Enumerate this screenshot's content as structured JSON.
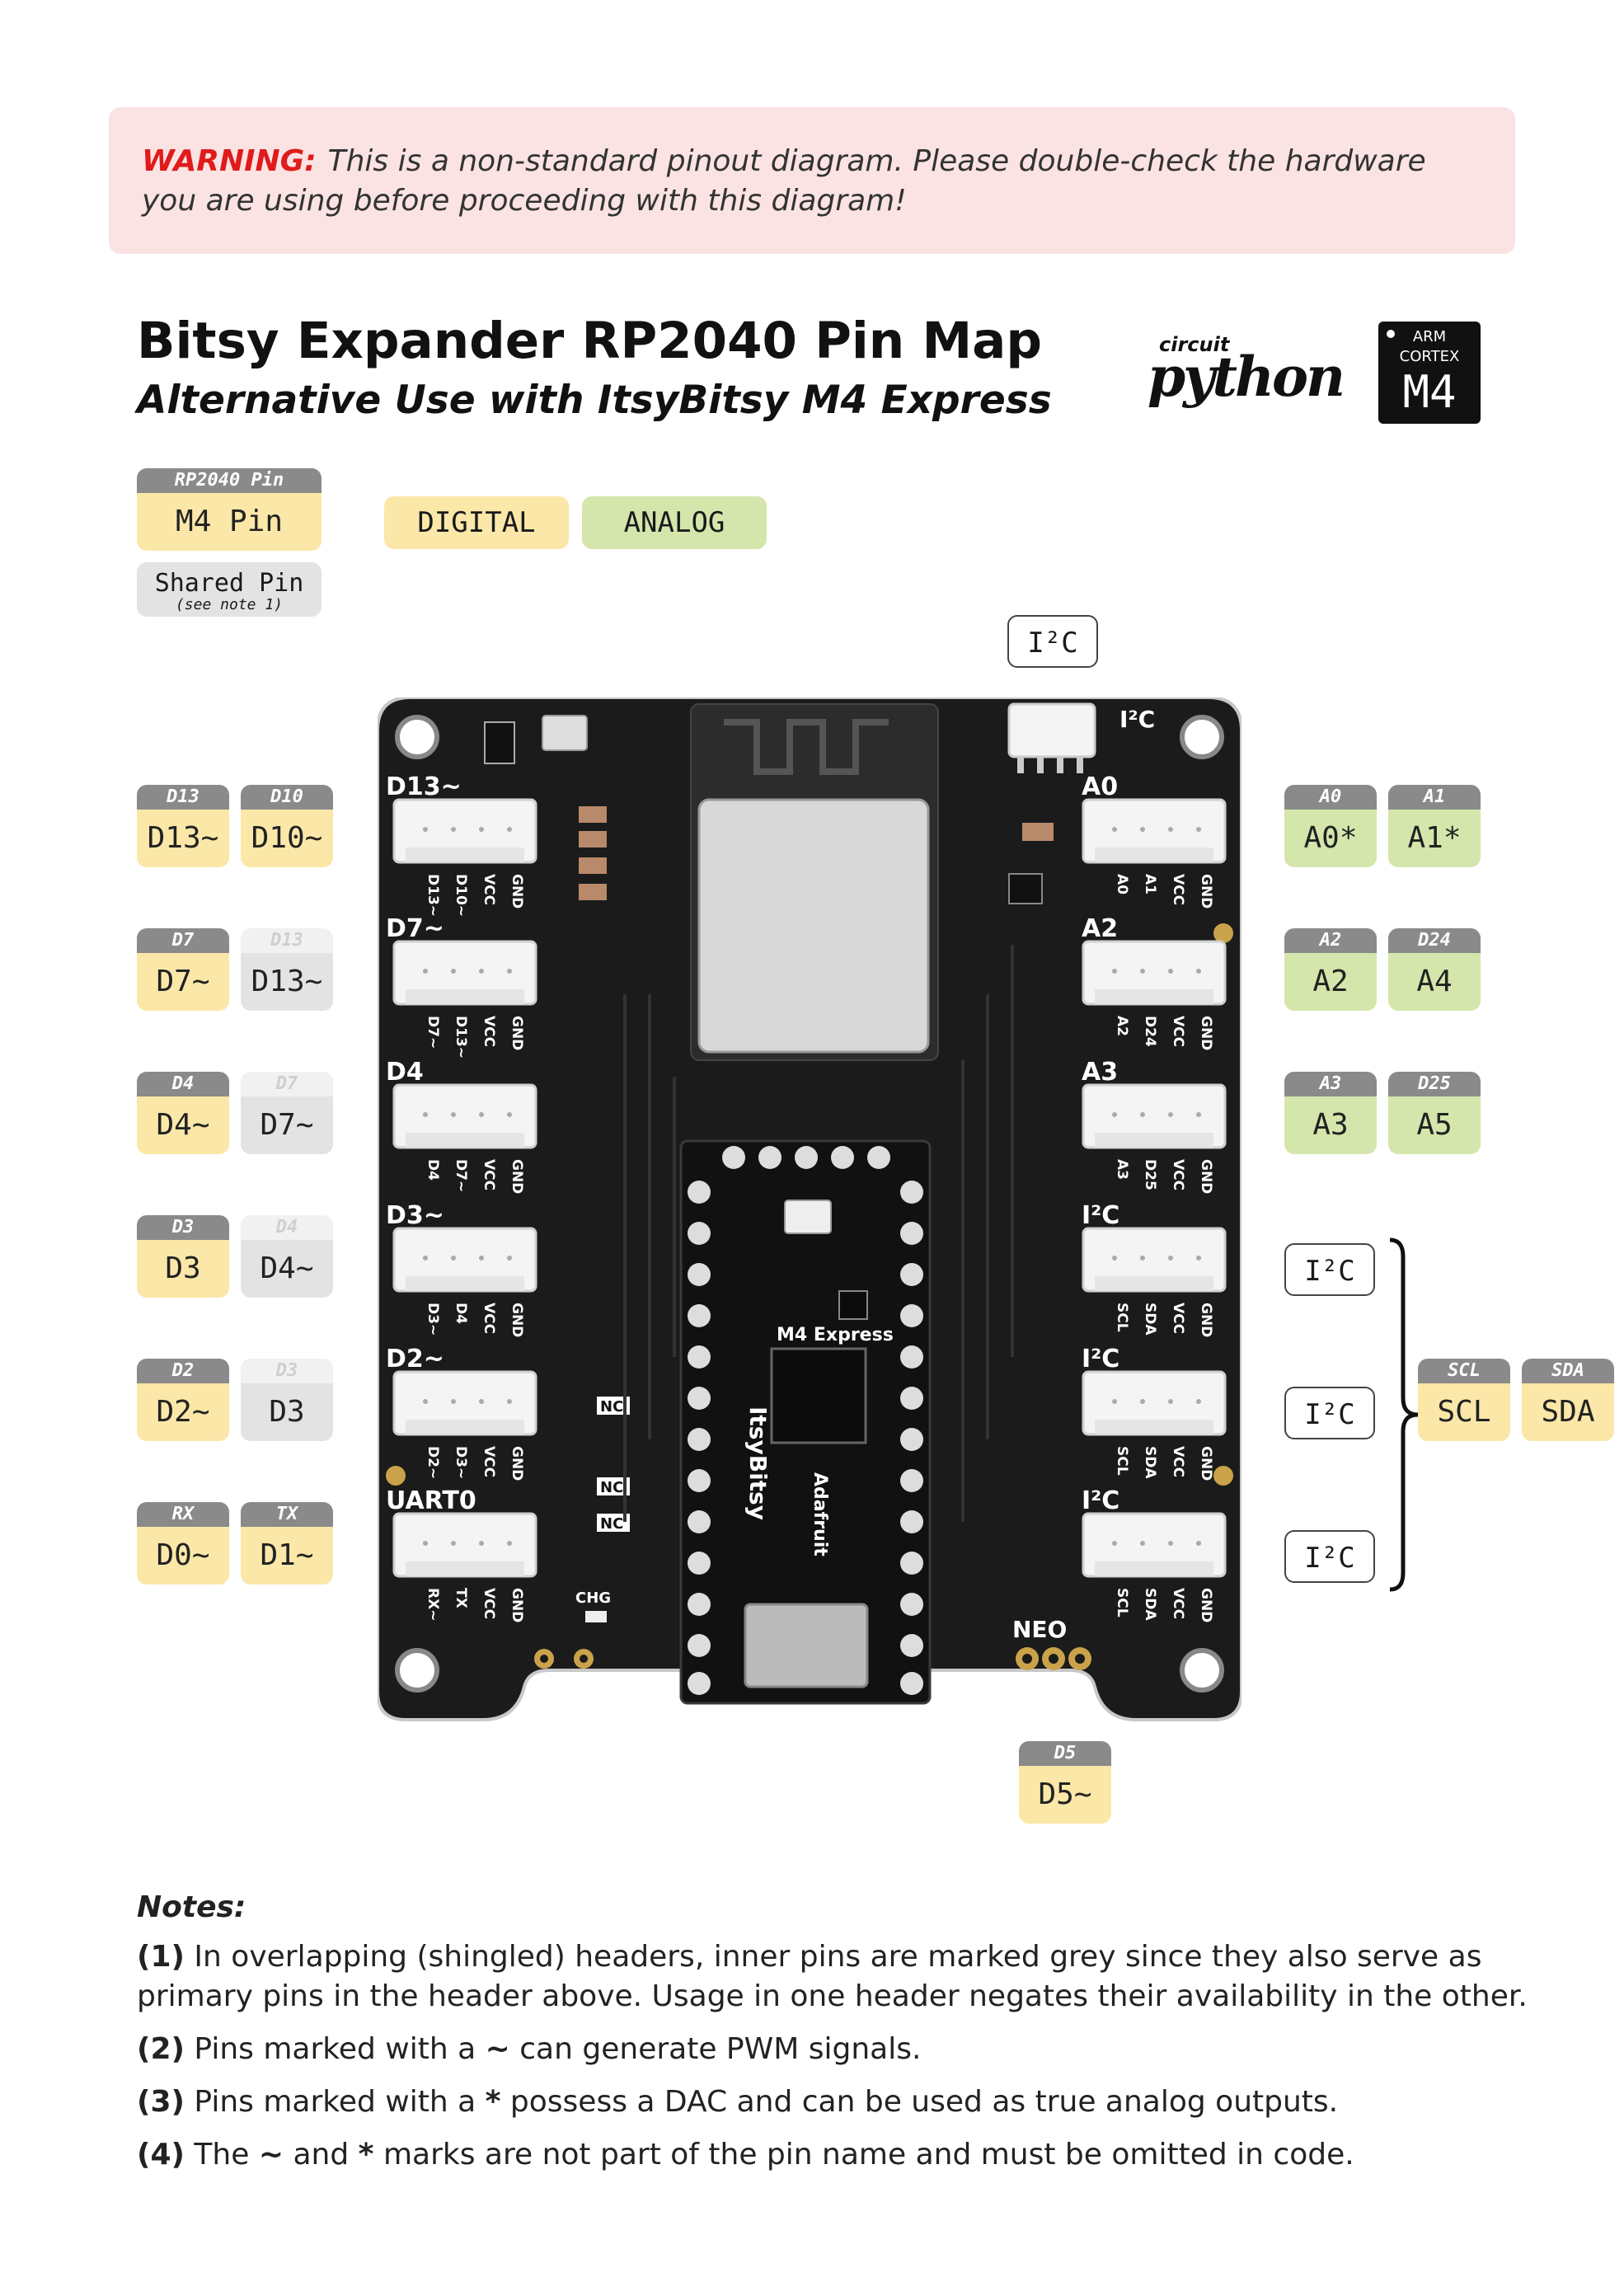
{
  "warning": {
    "label": "WARNING:",
    "text": "This is a non-standard pinout diagram. Please double-check the hardware you are using before proceeding with this diagram!"
  },
  "title": "Bitsy Expander RP2040 Pin Map",
  "subtitle": "Alternative Use with ItsyBitsy M4 Express",
  "logos": {
    "circuit": "circuit",
    "python": "python",
    "arm": "ARM",
    "cortex": "CORTEX",
    "m4": "M4"
  },
  "legend": {
    "rp2040_pin": "RP2040 Pin",
    "m4_pin": "M4 Pin",
    "digital": "DIGITAL",
    "analog": "ANALOG",
    "shared_pin": "Shared Pin",
    "see_note": "(see note 1)"
  },
  "left_pins": [
    {
      "p1": {
        "cap": "D13",
        "val": "D13~"
      },
      "p2": {
        "cap": "D10",
        "val": "D10~"
      }
    },
    {
      "p1": {
        "cap": "D7",
        "val": "D7~"
      },
      "p2": {
        "cap": "D13",
        "val": "D13~"
      }
    },
    {
      "p1": {
        "cap": "D4",
        "val": "D4~"
      },
      "p2": {
        "cap": "D7",
        "val": "D7~"
      }
    },
    {
      "p1": {
        "cap": "D3",
        "val": "D3"
      },
      "p2": {
        "cap": "D4",
        "val": "D4~"
      }
    },
    {
      "p1": {
        "cap": "D2",
        "val": "D2~"
      },
      "p2": {
        "cap": "D3",
        "val": "D3"
      }
    },
    {
      "p1": {
        "cap": "RX",
        "val": "D0~"
      },
      "p2": {
        "cap": "TX",
        "val": "D1~"
      }
    }
  ],
  "right_pins": [
    {
      "p1": {
        "cap": "A0",
        "val": "A0*"
      },
      "p2": {
        "cap": "A1",
        "val": "A1*"
      }
    },
    {
      "p1": {
        "cap": "A2",
        "val": "A2"
      },
      "p2": {
        "cap": "D24",
        "val": "A4"
      }
    },
    {
      "p1": {
        "cap": "A3",
        "val": "A3"
      },
      "p2": {
        "cap": "D25",
        "val": "A5"
      }
    }
  ],
  "i2c_label": "I²C",
  "i2c_group": {
    "scl_cap": "SCL",
    "scl_val": "SCL",
    "sda_cap": "SDA",
    "sda_val": "SDA"
  },
  "bottom_pin": {
    "cap": "D5",
    "val": "D5~"
  },
  "board": {
    "left_headers": [
      "D13~",
      "D7~",
      "D4",
      "D3~",
      "D2~",
      "UART0"
    ],
    "left_labels": [
      [
        "D13~",
        "D10~",
        "VCC",
        "GND"
      ],
      [
        "D7~",
        "D13~",
        "VCC",
        "GND"
      ],
      [
        "D4",
        "D7~",
        "VCC",
        "GND"
      ],
      [
        "D3~",
        "D4",
        "VCC",
        "GND"
      ],
      [
        "D2~",
        "D3~",
        "VCC",
        "GND"
      ],
      [
        "RX~",
        "TX",
        "VCC",
        "GND"
      ]
    ],
    "right_headers": [
      "A0",
      "A2",
      "A3",
      "I²C",
      "I²C",
      "I²C"
    ],
    "right_labels": [
      [
        "A0",
        "A1",
        "VCC",
        "GND"
      ],
      [
        "A2",
        "D24",
        "VCC",
        "GND"
      ],
      [
        "A3",
        "D25",
        "VCC",
        "GND"
      ],
      [
        "SCL",
        "SDA",
        "VCC",
        "GND"
      ],
      [
        "SCL",
        "SDA",
        "VCC",
        "GND"
      ],
      [
        "SCL",
        "SDA",
        "VCC",
        "GND"
      ]
    ],
    "top_i2c": "I²C",
    "itsy_name": "ItsyBitsy",
    "m4_express": "M4 Express",
    "adafruit": "Adafruit",
    "nc": "NC",
    "chg": "CHG",
    "neo": "NEO"
  },
  "notes": {
    "heading": "Notes:",
    "n1_num": "(1)",
    "n1": "In overlapping (shingled) headers, inner pins are marked grey since they also serve as primary pins in the header above. Usage in one header negates their availability in the other.",
    "n2_num": "(2)",
    "n2a": "Pins marked with a",
    "n2_sym": "~",
    "n2b": "can generate PWM signals.",
    "n3_num": "(3)",
    "n3a": "Pins marked with a",
    "n3_sym": "*",
    "n3b": "possess a DAC and can be used as true analog outputs.",
    "n4_num": "(4)",
    "n4a": "The",
    "n4_sym1": "~",
    "n4_and": "and",
    "n4_sym2": "*",
    "n4b": "marks are not part of the pin name and must be omitted in code."
  }
}
